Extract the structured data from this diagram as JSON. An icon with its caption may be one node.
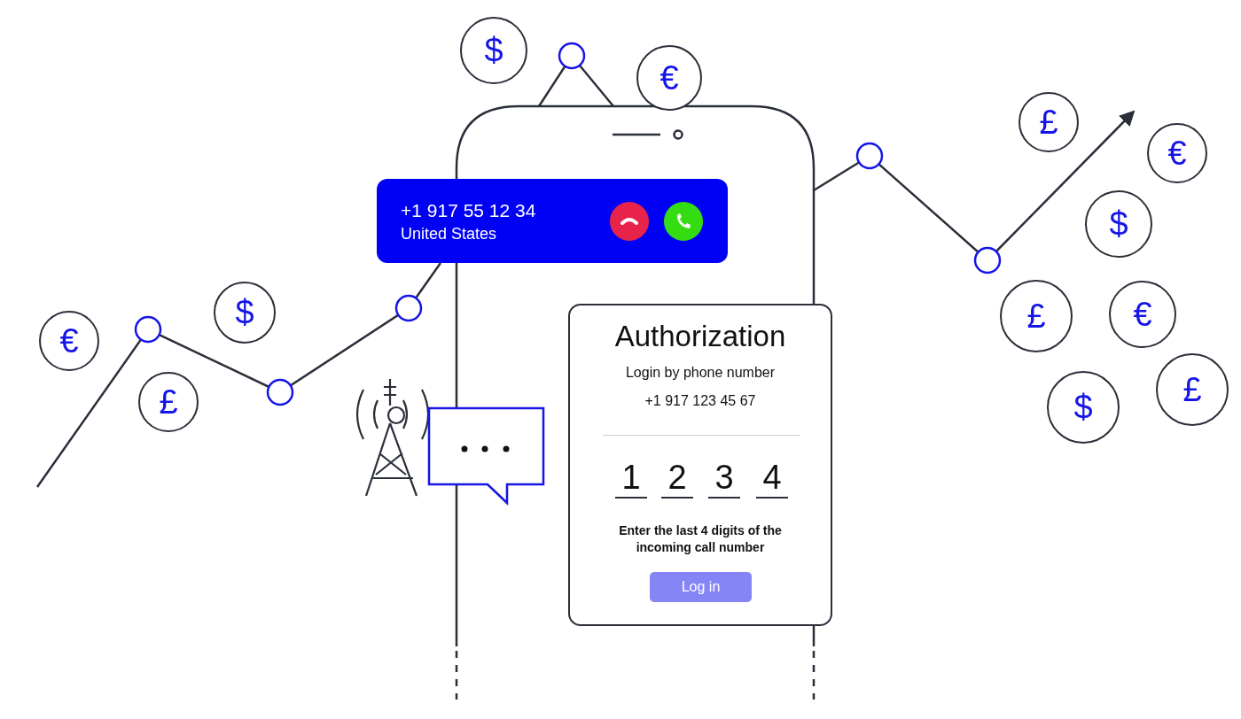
{
  "diagram": {
    "nodes": [
      {
        "text": [
          "+1 917 55 12 34",
          "United States"
        ]
      },
      {
        "text": [
          "Authorization",
          "Login by phone number",
          "+1 917 123 45 67",
          "1",
          "2",
          "3",
          "4",
          "Enter the last 4 digits of the incoming call number"
        ]
      },
      {
        "text": [
          "Log in"
        ],
        "in": 1
      },
      {
        "text": [
          "$"
        ]
      },
      {
        "text": [
          "€"
        ]
      },
      {
        "text": [
          "£"
        ]
      },
      {
        "text": [
          "€"
        ]
      },
      {
        "text": [
          "$"
        ]
      },
      {
        "text": [
          "$"
        ]
      },
      {
        "text": [
          "£"
        ]
      },
      {
        "text": [
          "€"
        ]
      },
      {
        "text": [
          "€"
        ]
      },
      {
        "text": [
          "£"
        ]
      },
      {
        "text": [
          "£"
        ]
      },
      {
        "text": [
          "$"
        ]
      }
    ]
  }
}
